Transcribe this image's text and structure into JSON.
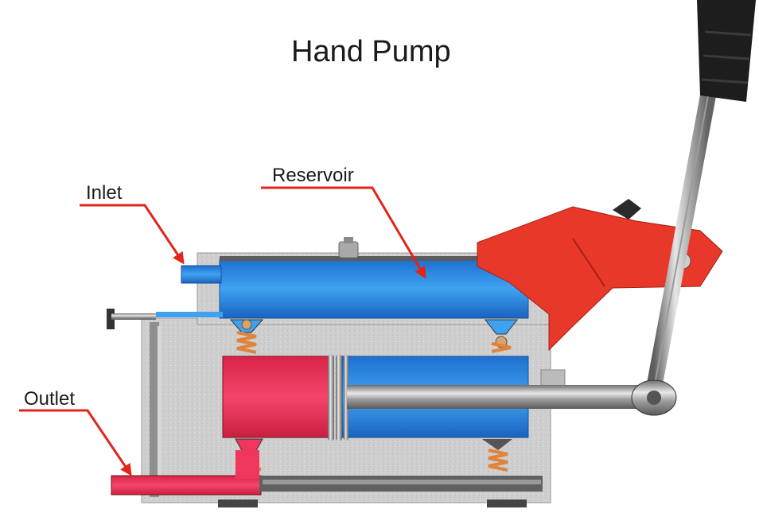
{
  "title": "Hand Pump",
  "labels": {
    "inlet": "Inlet",
    "reservoir": "Reservoir",
    "outlet": "Outlet"
  },
  "colors": {
    "fluid_blue": "#2f8ee6",
    "pressure_red": "#f0365a",
    "lever_red": "#e8382a",
    "arrow_red": "#e3241b",
    "body_gray": "#c9c9c9",
    "spring_orange": "#e0833c"
  }
}
